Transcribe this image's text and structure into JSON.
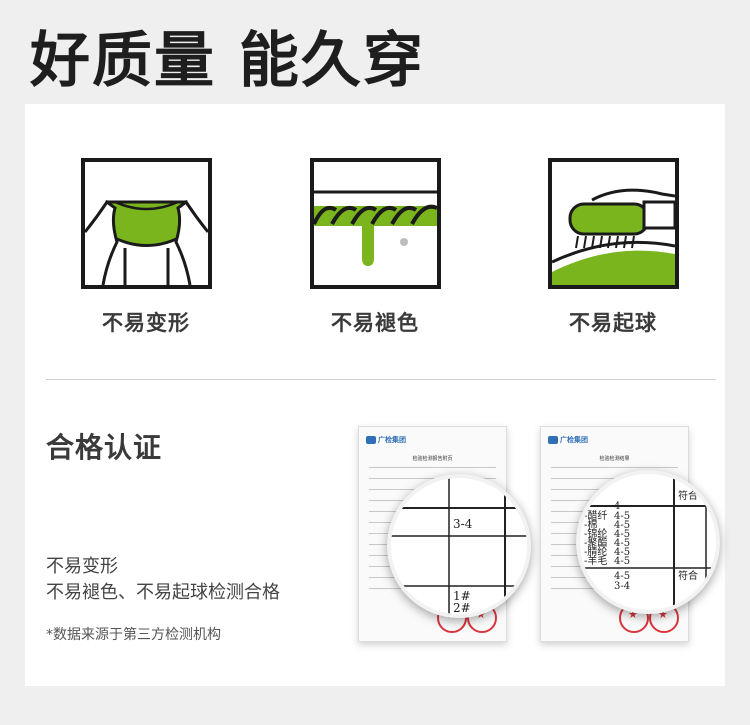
{
  "header": {
    "title": "好质量 能久穿"
  },
  "features": [
    {
      "label": "不易变形",
      "icon": "stretch-icon"
    },
    {
      "label": "不易褪色",
      "icon": "wring-icon"
    },
    {
      "label": "不易起球",
      "icon": "brush-icon"
    }
  ],
  "certification": {
    "title": "合格认证",
    "lines": [
      "不易变形",
      "不易褪色、不易起球检测合格"
    ],
    "note": "*数据来源于第三方检测机构"
  },
  "documents": [
    {
      "org": "广检集团",
      "doc_title": "检验检测报告附页",
      "magnified": [
        "3-4",
        "1#",
        "2#"
      ]
    },
    {
      "org": "广检集团",
      "doc_title": "检验检测结果",
      "magnified": [
        "符合",
        "4",
        "-醋纤",
        "-棉",
        "-锦纶",
        "-聚酯",
        "-腈纶",
        "-羊毛",
        "4-5",
        "4-5",
        "4-5",
        "4-5",
        "4-5",
        "4-5",
        "4-5",
        "3-4",
        "符合"
      ]
    }
  ],
  "colors": {
    "accent": "#7ab51d",
    "frame": "#1a1a1a"
  }
}
